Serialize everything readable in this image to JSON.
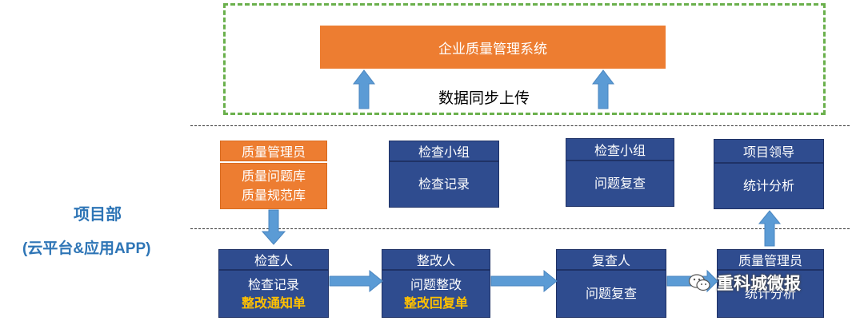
{
  "top": {
    "system_label": "企业质量管理系统",
    "sync_label": "数据同步上传"
  },
  "side": {
    "line1": "项目部",
    "line2": "(云平台&应用APP)"
  },
  "middle": {
    "qm": {
      "head": "质量管理员",
      "body1": "质量问题库",
      "body2": "质量规范库"
    },
    "group1": {
      "head": "检查小组",
      "body": "检查记录"
    },
    "group2": {
      "head": "检查小组",
      "body": "问题复查"
    },
    "leader": {
      "head": "项目领导",
      "body": "统计分析"
    }
  },
  "bottom": {
    "inspector": {
      "head": "检查人",
      "body": "检查记录",
      "note": "整改通知单"
    },
    "rectifier": {
      "head": "整改人",
      "body": "问题整改",
      "note": "整改回复单"
    },
    "reviewer": {
      "head": "复查人",
      "body": "问题复查"
    },
    "qm2": {
      "head": "质量管理员",
      "body": "统计分析"
    }
  },
  "watermark": {
    "text": "重科城微报",
    "icon": "wechat-icon"
  },
  "colors": {
    "orange": "#ed7d31",
    "navy": "#2f4c8f",
    "arrow_blue": "#5b9bd5",
    "green_dash": "#6ab04c",
    "highlight": "#ffc000",
    "label_blue": "#2e75b6"
  }
}
